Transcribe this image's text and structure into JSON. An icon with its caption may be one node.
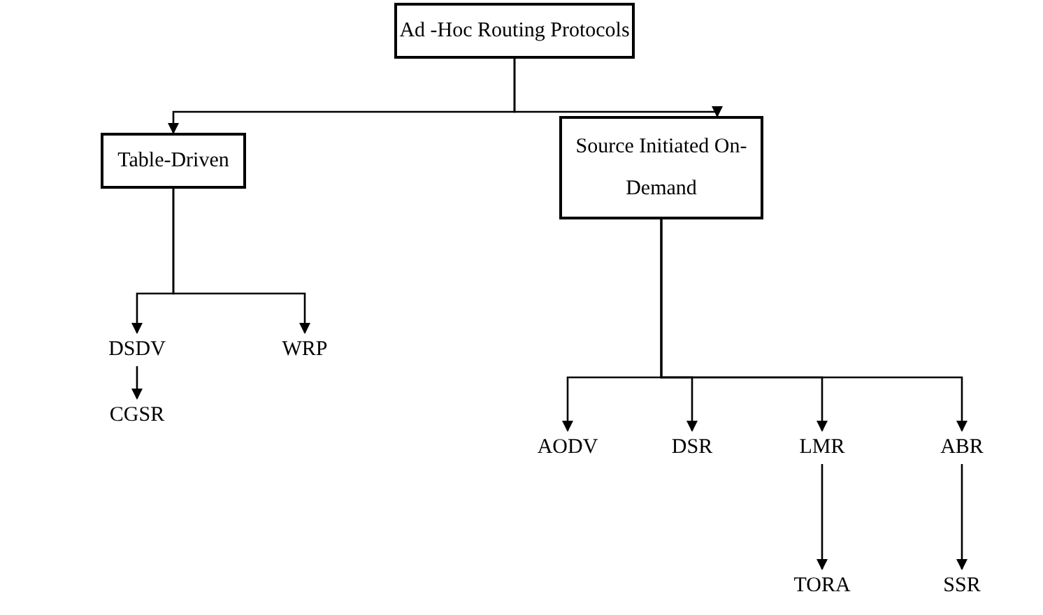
{
  "diagram": {
    "nodes": [
      {
        "text": [
          "Ad -Hoc Routing Protocols"
        ]
      },
      {
        "text": [
          "Table-Driven"
        ]
      },
      {
        "text": [
          "Source Initiated On-Demand"
        ]
      },
      {
        "text": [
          "DSDV"
        ]
      },
      {
        "text": [
          "WRP"
        ]
      },
      {
        "text": [
          "CGSR"
        ]
      },
      {
        "text": [
          "AODV"
        ]
      },
      {
        "text": [
          "DSR"
        ]
      },
      {
        "text": [
          "LMR"
        ]
      },
      {
        "text": [
          "ABR"
        ]
      },
      {
        "text": [
          "TORA"
        ]
      },
      {
        "text": [
          "SSR"
        ]
      }
    ],
    "edges": [
      {
        "from": 0,
        "to": 1,
        "arrow": "to"
      },
      {
        "from": 0,
        "to": 2,
        "arrow": "to"
      },
      {
        "from": 1,
        "to": 3,
        "arrow": "to"
      },
      {
        "from": 1,
        "to": 4,
        "arrow": "to"
      },
      {
        "from": 3,
        "to": 5,
        "arrow": "to"
      },
      {
        "from": 2,
        "to": 6,
        "arrow": "to"
      },
      {
        "from": 2,
        "to": 7,
        "arrow": "to"
      },
      {
        "from": 2,
        "to": 8,
        "arrow": "to"
      },
      {
        "from": 2,
        "to": 9,
        "arrow": "to"
      },
      {
        "from": 8,
        "to": 10,
        "arrow": "to"
      },
      {
        "from": 9,
        "to": 11,
        "arrow": "to"
      }
    ]
  }
}
